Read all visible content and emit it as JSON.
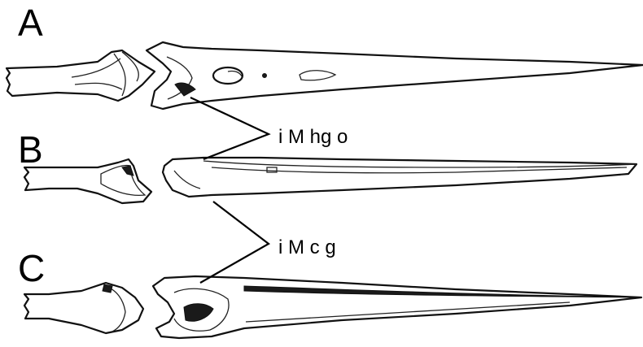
{
  "panels": [
    {
      "label": "A"
    },
    {
      "label": "B"
    },
    {
      "label": "C"
    }
  ],
  "callouts": [
    {
      "text": "i M hg o"
    },
    {
      "text": "i M c g"
    }
  ]
}
